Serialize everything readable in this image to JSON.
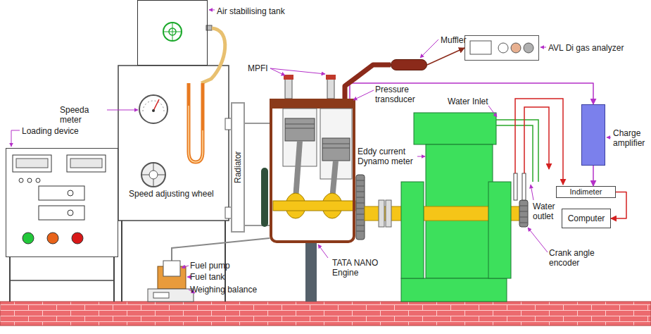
{
  "diagram": {
    "nodes": [
      {
        "text": [
          "Loading device"
        ]
      },
      {
        "text": [
          "Air stabilising tank"
        ]
      },
      {
        "text": [
          "Radiator"
        ]
      },
      {
        "text": [
          "TATA NANO Engine"
        ]
      },
      {
        "text": [
          "Muffler"
        ]
      },
      {
        "text": [
          "AVL Di gas analyzer"
        ]
      },
      {
        "text": [
          "Eddy current Dynamo meter"
        ]
      },
      {
        "text": [
          "Charge amplifier"
        ]
      },
      {
        "text": [
          "Indimeter"
        ]
      },
      {
        "text": [
          "Computer"
        ]
      }
    ],
    "edges": [
      {
        "from": 4,
        "to": 5,
        "arrow": "to"
      },
      {
        "from": 3,
        "to": 7,
        "arrow": "to"
      },
      {
        "from": 7,
        "to": 8,
        "arrow": "to"
      },
      {
        "from": 8,
        "to": 9,
        "arrow": "to"
      },
      {
        "from": 3,
        "to": 4,
        "arrow": "none"
      },
      {
        "from": 2,
        "to": 3,
        "arrow": "none"
      }
    ],
    "labels": [
      "MPFI",
      "Speeda meter",
      "Pressure transducer",
      "Water Inlet",
      "Speed adjusting wheel",
      "Water outlet",
      "Fuel pump",
      "Fuel tank",
      "Weighing balance",
      "Crank angle encoder"
    ]
  }
}
